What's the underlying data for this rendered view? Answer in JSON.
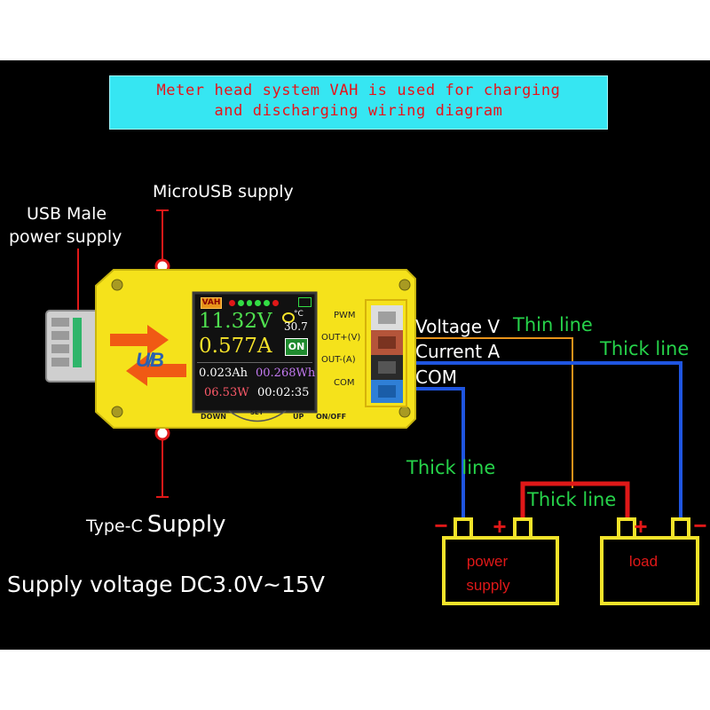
{
  "title_lines": [
    "Meter head system VAH is used for charging",
    "and discharging wiring diagram"
  ],
  "supplies": {
    "usb_male": [
      "USB Male",
      "power supply"
    ],
    "micro_usb": "MicroUSB supply",
    "type_c_prefix": "Type-C",
    "type_c_suffix": "Supply",
    "voltage": "Supply voltage DC3.0V~15V"
  },
  "device": {
    "logo": "U̸B",
    "lcd": {
      "badge": "VAH",
      "voltage": "11.32V",
      "current": "0.577A",
      "temp": "30.7",
      "temp_unit": "°C",
      "on_button": "ON",
      "capacity": "0.023Ah",
      "energy": "00.268Wh",
      "power": "06.53W",
      "time": "00:02:35"
    },
    "buttons": [
      "DOWN",
      "SET",
      "UP",
      "ON/OFF"
    ],
    "ports": [
      "PWM",
      "OUT+(V)",
      "OUT-(A)",
      "COM"
    ]
  },
  "wiring": {
    "terminals": [
      "Voltage V",
      "Current A",
      "COM"
    ],
    "thin_line": "Thin line",
    "thick_line": "Thick line",
    "battery_left": [
      "power",
      "supply"
    ],
    "battery_right": "load",
    "minus": "−",
    "plus": "+"
  },
  "colors": {
    "banner": "#36e6f2",
    "title_text": "#e8121a",
    "device": "#f5e21b",
    "lcd_bg": "#111111",
    "label_green": "#26d34a",
    "wire_blue": "#1f55e0",
    "wire_red": "#e01818",
    "wire_orange": "#e8931a",
    "battery": "#f3e32a"
  }
}
